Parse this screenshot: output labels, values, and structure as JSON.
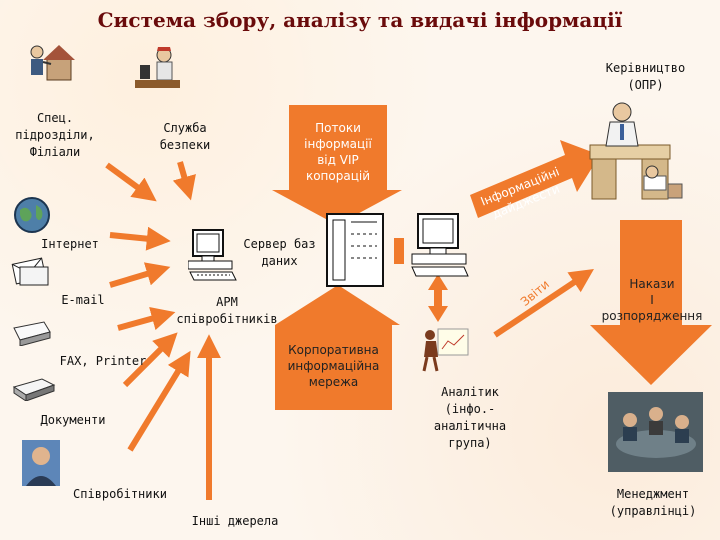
{
  "title": "Система збору, аналізу та видачі інформації",
  "sources": {
    "spec": "Спец.\nпідрозділи,\nФіліали",
    "security": "Служба\nбезпеки",
    "internet": "Інтернет",
    "email": "E-mail",
    "fax": "FAX, Printer",
    "documents": "Документи",
    "employees": "Співробітники",
    "other": "Інші джерела"
  },
  "nodes": {
    "server": "Сервер баз\nданих",
    "workstation": "АРМ\nспівробітників",
    "analyst": "Аналітик\n(інфо.-\nаналітична\nгрупа)",
    "leadership": "Керівництво\n(ОПР)",
    "management": "Менеджмент\n(управлінці)"
  },
  "flows": {
    "vip_flows": "Потоки\nінформації\nвід VIP копорацій",
    "corporate_network": "Корпоративна\nинформаційна\nмережа",
    "digests": "Інформаційні\nдайджести",
    "reports": "Звіти",
    "orders": "Накази\nІ\nрозпорядження"
  },
  "colors": {
    "accent": "#f07a2c",
    "title": "#6a0b0b"
  }
}
